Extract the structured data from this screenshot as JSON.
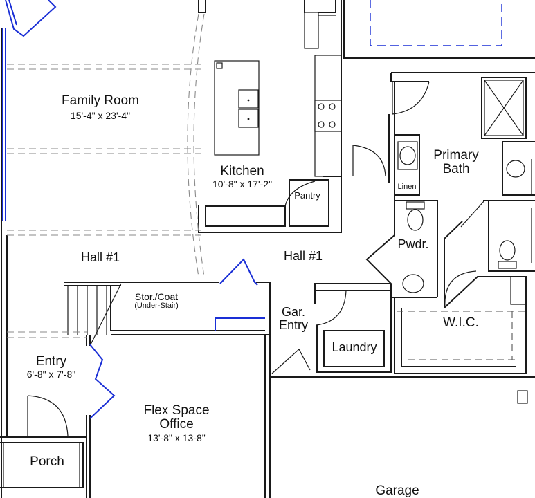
{
  "rooms": {
    "family_room": {
      "name": "Family Room",
      "dims": "15'-4\" x 23'-4\""
    },
    "kitchen": {
      "name": "Kitchen",
      "dims": "10'-8\" x 17'-2\""
    },
    "pantry": {
      "name": "Pantry"
    },
    "primary_bath": {
      "name_line1": "Primary",
      "name_line2": "Bath"
    },
    "linen": {
      "name": "Linen"
    },
    "powder": {
      "name": "Pwdr."
    },
    "hall_1": {
      "name": "Hall #1"
    },
    "hall_partial": {
      "name": "Hall #1"
    },
    "stor_coat": {
      "name": "Stor./Coat",
      "sub": "(Under-Stair)"
    },
    "garage_entry": {
      "name_line1": "Gar.",
      "name_line2": "Entry"
    },
    "laundry": {
      "name": "Laundry"
    },
    "wic": {
      "name": "W.I.C."
    },
    "entry": {
      "name": "Entry",
      "dims": "6'-8\" x 7'-8\""
    },
    "flex": {
      "name_line1": "Flex Space",
      "name_line2": "Office",
      "dims": "13'-8\" x 13-8\""
    },
    "porch": {
      "name": "Porch"
    },
    "garage": {
      "name": "Garage"
    }
  },
  "colors": {
    "wall": "#1a1a1a",
    "option_blue": "#1a2fd6",
    "dash_gray": "#8a8a8a"
  }
}
